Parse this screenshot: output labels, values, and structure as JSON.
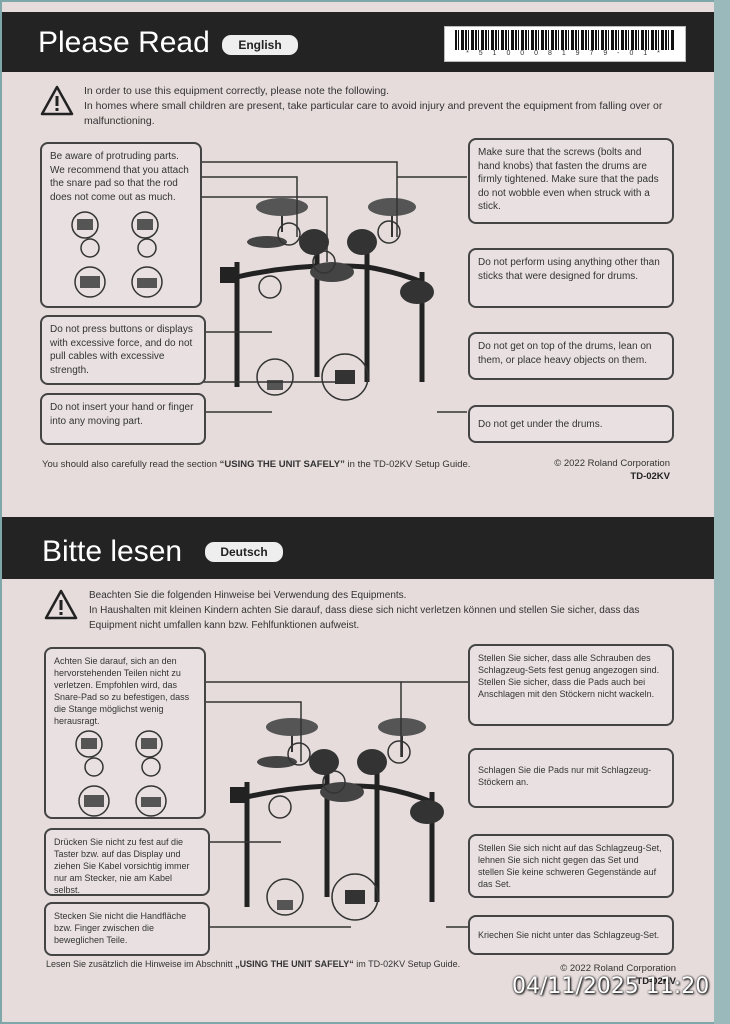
{
  "en": {
    "title": "Please Read",
    "language": "English",
    "barcode_text": "* 5 1 0 0 0 8 1 9 7 9 - 0 1 *",
    "intro": [
      "In order to use this equipment correctly, please note the following.",
      "In homes where small children are present, take particular care to avoid injury and prevent the equipment from falling over or malfunctioning."
    ],
    "box_protruding": "Be aware of protruding parts. We recommend that you attach the snare pad so that the rod does not come out as much.",
    "box_buttons": "Do not press buttons or displays with excessive force, and do not pull cables with excessive strength.",
    "box_hand": "Do not insert your hand or finger into any moving part.",
    "box_screws": "Make sure that the screws (bolts and hand knobs) that fasten the drums are firmly tightened. Make sure that the pads do not wobble even when struck with a stick.",
    "box_sticks": "Do not perform using anything other than sticks that were designed for drums.",
    "box_top": "Do not get on top of the drums, lean on them, or place heavy objects on them.",
    "box_under": "Do not get under the drums.",
    "footer_prefix": "You should also carefully read the section ",
    "footer_bold": "“USING THE UNIT SAFELY”",
    "footer_suffix": " in the TD-02KV Setup Guide.",
    "copyright": "© 2022 Roland Corporation",
    "model": "TD-02KV"
  },
  "de": {
    "title": "Bitte lesen",
    "language": "Deutsch",
    "intro": [
      "Beachten Sie die folgenden Hinweise bei Verwendung des Equipments.",
      "In Haushalten mit kleinen Kindern achten Sie darauf, dass diese sich nicht verletzen können und stellen Sie sicher, dass das Equipment nicht umfallen kann bzw. Fehlfunktionen aufweist."
    ],
    "box_protruding": "Achten Sie darauf, sich an den hervorstehenden Teilen nicht zu verletzen. Empfohlen wird, das Snare-Pad so zu befestigen, dass die Stange möglichst wenig herausragt.",
    "box_buttons": "Drücken Sie nicht zu fest auf die Taster bzw. auf das Display und ziehen Sie Kabel vorsichtig immer nur am Stecker, nie am Kabel selbst.",
    "box_hand": "Stecken Sie nicht die Handfläche bzw. Finger zwischen die beweglichen Teile.",
    "box_screws": "Stellen Sie sicher, dass alle Schrauben des Schlagzeug-Sets fest genug angezogen sind. Stellen Sie sicher, dass die Pads auch bei Anschlagen mit den Stöckern nicht wackeln.",
    "box_sticks": "Schlagen Sie die Pads nur mit Schlagzeug-Stöckern an.",
    "box_top": "Stellen Sie sich nicht auf das Schlagzeug-Set, lehnen Sie sich nicht gegen das Set und stellen Sie keine schweren Gegenstände auf das Set.",
    "box_under": "Kriechen Sie nicht unter das Schlagzeug-Set.",
    "footer_prefix": "Lesen Sie zusätzlich die Hinweise im Abschnitt ",
    "footer_bold": "„USING THE UNIT SAFELY“",
    "footer_suffix": " im TD-02KV Setup Guide.",
    "copyright": "© 2022 Roland Corporation",
    "model": "TD-02KV"
  },
  "photo_timestamp": "04/11/2025 11:20",
  "colors": {
    "band": "#232323",
    "paper": "#e6dcdc",
    "timestamp": "#ffffff"
  }
}
